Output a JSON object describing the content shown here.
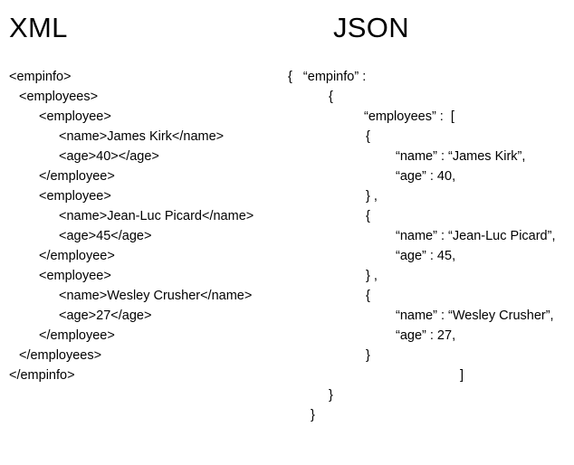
{
  "slide": {
    "background_color": "#ffffff",
    "text_color": "#000000"
  },
  "columns": {
    "left": {
      "title": "XML",
      "lines": [
        "<empinfo>",
        "<employees>",
        "<employee>",
        "<name>James Kirk</name>",
        "<age>40></age>",
        "</employee>",
        "<employee>",
        "<name>Jean-Luc Picard</name>",
        "<age>45</age>",
        "</employee>",
        "<employee>",
        "<name>Wesley Crusher</name>",
        "<age>27</age>",
        "</employee>",
        "</employees>",
        "</empinfo>"
      ]
    },
    "right": {
      "title": "JSON",
      "lines": [
        "{   “empinfo” :",
        "{",
        "“employees” :  [",
        "{",
        "“name” : “James Kirk”,",
        "“age” : 40,",
        "} ,",
        "{",
        "“name” : “Jean-Luc Picard”,",
        "“age” : 45,",
        "} ,",
        "{",
        "“name” : “Wesley Crusher”,",
        "“age” : 27,",
        "}",
        "]",
        "}",
        "}"
      ]
    }
  }
}
